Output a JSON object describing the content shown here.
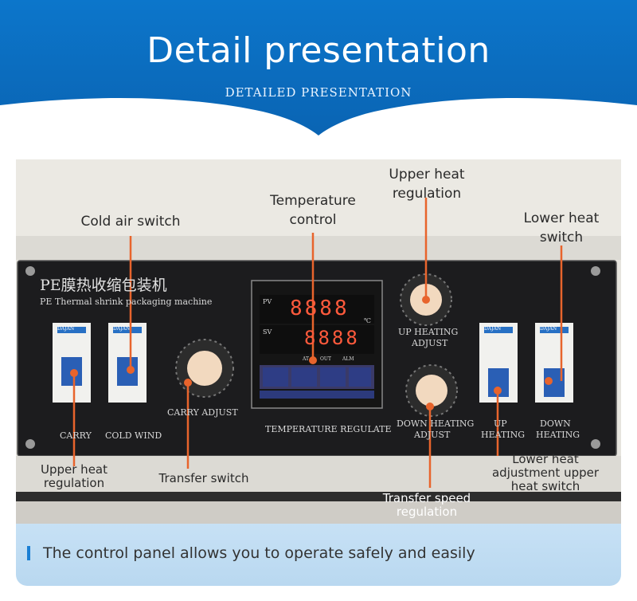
{
  "banner": {
    "title": "Detail presentation",
    "subtitle": "DETAILED PRESENTATION",
    "color": "#0a6fc2"
  },
  "panel": {
    "brand_cn": "PE膜热收缩包装机",
    "brand_en": "PE Thermal shrink packaging machine",
    "breaker_brand": "DAJAN",
    "controller": {
      "pv_label": "PV",
      "sv_label": "SV",
      "pv_value": "8888",
      "sv_value": "8888",
      "at_label": "AT",
      "out_label": "OUT",
      "alm_label": "ALM",
      "unit": "℃"
    },
    "labels": {
      "carry": "CARRY",
      "cold_wind": "COLD WIND",
      "carry_adjust": "CARRY ADJUST",
      "temperature_regulate": "TEMPERATURE REGULATE",
      "up_heating_adjust_1": "UP HEATING",
      "up_heating_adjust_2": "ADJUST",
      "down_heating_adjust_1": "DOWN HEATING",
      "down_heating_adjust_2": "ADJUST",
      "up_heating_1": "UP",
      "up_heating_2": "HEATING",
      "down_heating_1": "DOWN",
      "down_heating_2": "HEATING"
    }
  },
  "callouts": {
    "cold_air_switch": "Cold air switch",
    "temperature_control_1": "Temperature",
    "temperature_control_2": "control",
    "upper_heat_top_1": "Upper heat",
    "upper_heat_top_2": "regulation",
    "lower_heat_switch_1": "Lower heat",
    "lower_heat_switch_2": "switch",
    "upper_heat_bottom_1": "Upper heat",
    "upper_heat_bottom_2": "regulation",
    "transfer_switch": "Transfer switch",
    "transfer_speed_1": "Transfer speed",
    "transfer_speed_2": "regulation",
    "lower_heat_adj_1": "Lower heat",
    "lower_heat_adj_2": "adjustment upper",
    "lower_heat_adj_3": "heat switch"
  },
  "caption": "The control panel allows you to operate safely and easily",
  "accent": "#e8642c"
}
